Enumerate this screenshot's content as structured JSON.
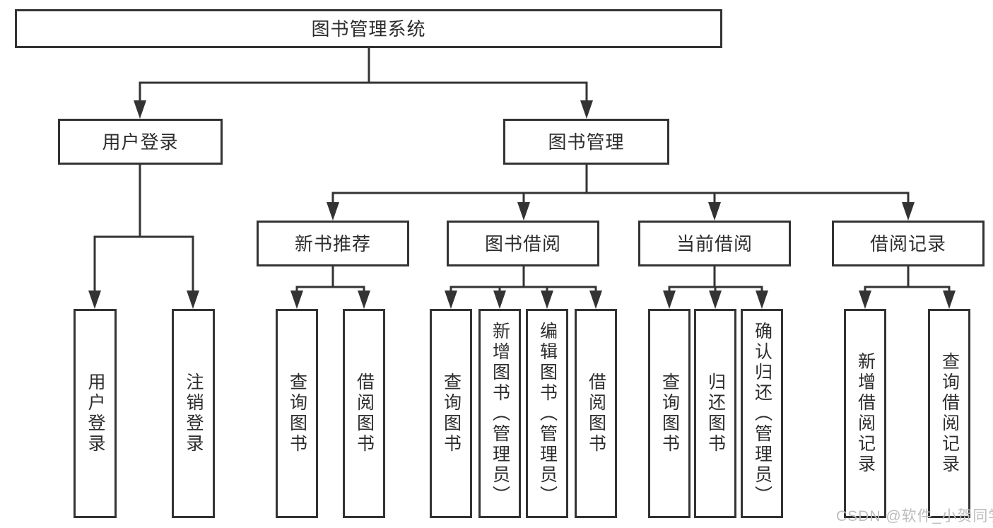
{
  "tree": {
    "root": {
      "label": "图书管理系统"
    },
    "branches": [
      {
        "label": "用户登录",
        "children": [
          {
            "label": "用户登录"
          },
          {
            "label": "注销登录"
          }
        ]
      },
      {
        "label": "图书管理",
        "children": [
          {
            "label": "新书推荐",
            "children": [
              {
                "label": "查询图书"
              },
              {
                "label": "借阅图书"
              }
            ]
          },
          {
            "label": "图书借阅",
            "children": [
              {
                "label": "查询图书"
              },
              {
                "label": "新增图书（管理员）"
              },
              {
                "label": "编辑图书（管理员）"
              },
              {
                "label": "借阅图书"
              }
            ]
          },
          {
            "label": "当前借阅",
            "children": [
              {
                "label": "查询图书"
              },
              {
                "label": "归还图书"
              },
              {
                "label": "确认归还（管理员）"
              }
            ]
          },
          {
            "label": "借阅记录",
            "children": [
              {
                "label": "新增借阅记录"
              },
              {
                "label": "查询借阅记录"
              }
            ]
          }
        ]
      }
    ]
  },
  "watermark": {
    "text": "CSDN @软件_小贺同学"
  },
  "colors": {
    "line": "#333333",
    "text": "#2d2d2d",
    "box_background": "#ffffff",
    "watermark_text": "#bdbdbd",
    "page_background": "#ffffff"
  }
}
